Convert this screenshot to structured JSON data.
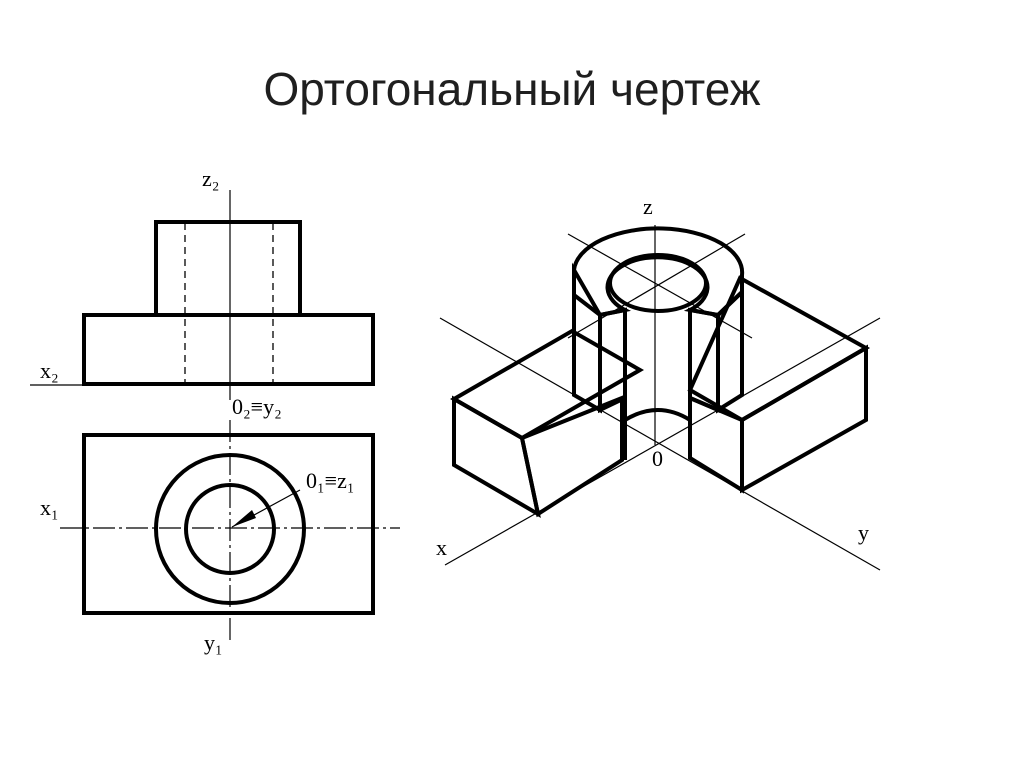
{
  "slide": {
    "title": "Ортогональный чертеж"
  },
  "labels": {
    "z2": "z₂",
    "x2": "x₂",
    "o2y2": "0₂≡y₂",
    "x1": "x₁",
    "o1z1": "0₁≡z₁",
    "y1": "y₁",
    "z": "z",
    "x": "x",
    "y": "y",
    "o": "0"
  }
}
